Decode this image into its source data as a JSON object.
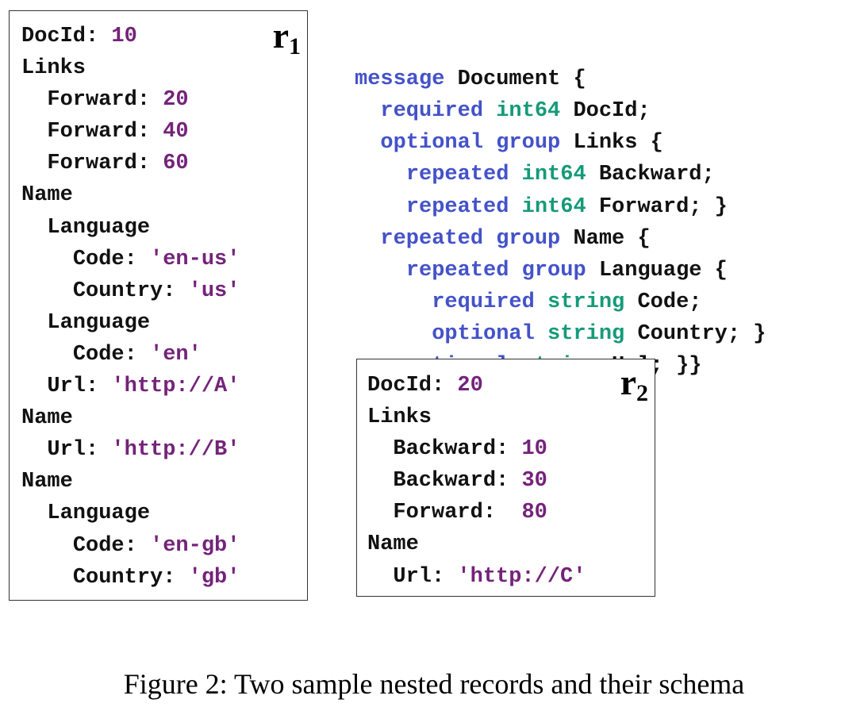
{
  "record_r1": {
    "label": "r",
    "subscript": "1",
    "lines": [
      {
        "indent": 0,
        "field": "DocId",
        "sep": ": ",
        "value": "10"
      },
      {
        "indent": 0,
        "field": "Links",
        "sep": "",
        "value": ""
      },
      {
        "indent": 1,
        "field": "Forward",
        "sep": ": ",
        "value": "20"
      },
      {
        "indent": 1,
        "field": "Forward",
        "sep": ": ",
        "value": "40"
      },
      {
        "indent": 1,
        "field": "Forward",
        "sep": ": ",
        "value": "60"
      },
      {
        "indent": 0,
        "field": "Name",
        "sep": "",
        "value": ""
      },
      {
        "indent": 1,
        "field": "Language",
        "sep": "",
        "value": ""
      },
      {
        "indent": 2,
        "field": "Code",
        "sep": ": ",
        "value": "'en-us'"
      },
      {
        "indent": 2,
        "field": "Country",
        "sep": ": ",
        "value": "'us'"
      },
      {
        "indent": 1,
        "field": "Language",
        "sep": "",
        "value": ""
      },
      {
        "indent": 2,
        "field": "Code",
        "sep": ": ",
        "value": "'en'"
      },
      {
        "indent": 1,
        "field": "Url",
        "sep": ": ",
        "value": "'http://A'"
      },
      {
        "indent": 0,
        "field": "Name",
        "sep": "",
        "value": ""
      },
      {
        "indent": 1,
        "field": "Url",
        "sep": ": ",
        "value": "'http://B'"
      },
      {
        "indent": 0,
        "field": "Name",
        "sep": "",
        "value": ""
      },
      {
        "indent": 1,
        "field": "Language",
        "sep": "",
        "value": ""
      },
      {
        "indent": 2,
        "field": "Code",
        "sep": ": ",
        "value": "'en-gb'"
      },
      {
        "indent": 2,
        "field": "Country",
        "sep": ": ",
        "value": "'gb'"
      }
    ]
  },
  "record_r2": {
    "label": "r",
    "subscript": "2",
    "lines": [
      {
        "indent": 0,
        "field": "DocId",
        "sep": ": ",
        "value": "20"
      },
      {
        "indent": 0,
        "field": "Links",
        "sep": "",
        "value": ""
      },
      {
        "indent": 1,
        "field": "Backward",
        "sep": ": ",
        "value": "10"
      },
      {
        "indent": 1,
        "field": "Backward",
        "sep": ": ",
        "value": "30"
      },
      {
        "indent": 1,
        "field": "Forward",
        "sep": ":  ",
        "value": "80"
      },
      {
        "indent": 0,
        "field": "Name",
        "sep": "",
        "value": ""
      },
      {
        "indent": 1,
        "field": "Url",
        "sep": ": ",
        "value": "'http://C'"
      }
    ]
  },
  "schema": {
    "lines": [
      {
        "indent": 0,
        "tokens": [
          {
            "t": "message",
            "k": "kw"
          },
          {
            "t": " Document {",
            "k": "plain"
          }
        ]
      },
      {
        "indent": 1,
        "tokens": [
          {
            "t": "required",
            "k": "kw"
          },
          {
            "t": " ",
            "k": "plain"
          },
          {
            "t": "int64",
            "k": "ty"
          },
          {
            "t": " DocId;",
            "k": "plain"
          }
        ]
      },
      {
        "indent": 1,
        "tokens": [
          {
            "t": "optional",
            "k": "kw"
          },
          {
            "t": " ",
            "k": "plain"
          },
          {
            "t": "group",
            "k": "kw"
          },
          {
            "t": " Links {",
            "k": "plain"
          }
        ]
      },
      {
        "indent": 2,
        "tokens": [
          {
            "t": "repeated",
            "k": "kw"
          },
          {
            "t": " ",
            "k": "plain"
          },
          {
            "t": "int64",
            "k": "ty"
          },
          {
            "t": " Backward;",
            "k": "plain"
          }
        ]
      },
      {
        "indent": 2,
        "tokens": [
          {
            "t": "repeated",
            "k": "kw"
          },
          {
            "t": " ",
            "k": "plain"
          },
          {
            "t": "int64",
            "k": "ty"
          },
          {
            "t": " Forward; }",
            "k": "plain"
          }
        ]
      },
      {
        "indent": 1,
        "tokens": [
          {
            "t": "repeated",
            "k": "kw"
          },
          {
            "t": " ",
            "k": "plain"
          },
          {
            "t": "group",
            "k": "kw"
          },
          {
            "t": " Name {",
            "k": "plain"
          }
        ]
      },
      {
        "indent": 2,
        "tokens": [
          {
            "t": "repeated",
            "k": "kw"
          },
          {
            "t": " ",
            "k": "plain"
          },
          {
            "t": "group",
            "k": "kw"
          },
          {
            "t": " Language {",
            "k": "plain"
          }
        ]
      },
      {
        "indent": 3,
        "tokens": [
          {
            "t": "required",
            "k": "kw"
          },
          {
            "t": " ",
            "k": "plain"
          },
          {
            "t": "string",
            "k": "ty"
          },
          {
            "t": " Code;",
            "k": "plain"
          }
        ]
      },
      {
        "indent": 3,
        "tokens": [
          {
            "t": "optional",
            "k": "kw"
          },
          {
            "t": " ",
            "k": "plain"
          },
          {
            "t": "string",
            "k": "ty"
          },
          {
            "t": " Country; }",
            "k": "plain"
          }
        ]
      },
      {
        "indent": 2,
        "tokens": [
          {
            "t": "optional",
            "k": "kw"
          },
          {
            "t": " ",
            "k": "plain"
          },
          {
            "t": "string",
            "k": "ty"
          },
          {
            "t": " Url; }}",
            "k": "plain"
          }
        ]
      }
    ]
  },
  "caption": "Figure 2: Two sample nested records and their schema",
  "colors": {
    "keyword": "#4452c9",
    "type": "#159a7a",
    "value": "#74237a",
    "text": "#111111"
  }
}
